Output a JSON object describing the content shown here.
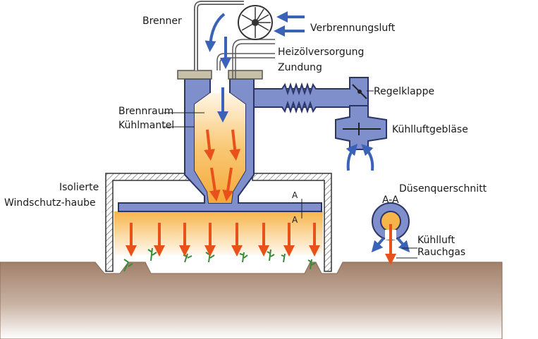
{
  "labels": {
    "brenner": "Brenner",
    "verbrennungsluft": "Verbrennungsluft",
    "heizoel": "Heizölversorgung",
    "zundung": "Zundung",
    "regelklappe": "Regelklappe",
    "brennraum": "Brennraum",
    "kuehlmantel": "Kühlmantel",
    "kuehlluftgeblaese": "Kühlluftgebläse",
    "isolierte": "Isolierte",
    "windschutz": "Windschutz-haube",
    "duesenquerschnitt": "Düsenquerschnitt",
    "section_aa": "A-A",
    "kuehlluft": "Kühlluft",
    "rauchgas": "Rauchgas",
    "cut_a_top": "A",
    "cut_a_bottom": "A"
  },
  "colors": {
    "jacket": "#7e8fcc",
    "outline": "#2b3566",
    "hot_core": "#f7b44a",
    "hot_fade": "#fff6e6",
    "flame_arrow": "#e8521a",
    "air_arrow": "#3a63b8",
    "soil_top": "#a1806a",
    "soil_bottom": "#ffffff",
    "pipe": "#5a5a5a",
    "flange": "#c9c0a8",
    "plant": "#3a8a3a"
  }
}
